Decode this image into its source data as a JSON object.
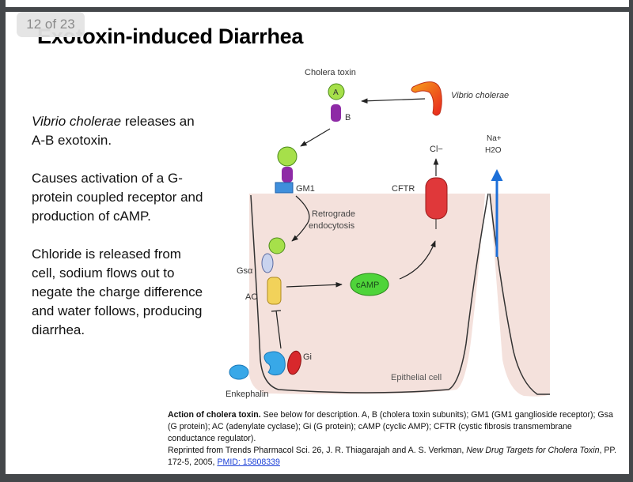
{
  "viewer": {
    "page_indicator": "12 of 23"
  },
  "slide": {
    "title": "Exotoxin-induced Diarrhea",
    "bullets": [
      {
        "italic": "Vibrio cholerae",
        "text": " releases an A-B exotoxin."
      },
      {
        "italic": "",
        "text": "Causes activation of a G-protein coupled receptor and production of cAMP."
      },
      {
        "italic": "",
        "text": "Chloride is released from cell, sodium flows out to negate the charge difference and water follows, producing diarrhea."
      }
    ],
    "diagram": {
      "labels": {
        "cholera_toxin": "Cholera toxin",
        "subunit_a": "A",
        "subunit_b": "B",
        "vibrio": "Vibrio cholerae",
        "gm1": "GM1",
        "cftr": "CFTR",
        "chloride": "Cl−",
        "sodium": "Na+",
        "water": "H2O",
        "retrograde_1": "Retrograde",
        "retrograde_2": "endocytosis",
        "gs_alpha": "Gsα",
        "ac": "AC",
        "camp": "cAMP",
        "gi": "Gi",
        "enkephalin": "Enkephalin",
        "epithelial_cell": "Epithelial cell"
      },
      "colors": {
        "cell_fill": "#f4e1dc",
        "toxin_a": "#a6e04a",
        "toxin_b": "#8e2aa6",
        "gm1": "#3f8fdc",
        "cftr": "#e0383a",
        "camp": "#4fd43a",
        "ac": "#f2d25a",
        "gs_alpha": "#c9d3ee",
        "gi": "#d8282c",
        "enkephalin": "#38a8e8",
        "sodium_arrow": "#1c6fd8"
      }
    },
    "caption": {
      "bold": "Action of cholera toxin.",
      "text": "  See below for description.  A, B (cholera toxin subunits); GM1 (GM1 ganglioside receptor); Gsa (G protein); AC (adenylate cyclase); Gi (G protein); cAMP (cyclic AMP); CFTR (cystic fibrosis transmembrane conductance regulator).",
      "reprint_prefix": "Reprinted from Trends Pharmacol Sci. 26, J. R. Thiagarajah and A. S. Verkman, ",
      "reprint_title": "New Drug Targets for Cholera Toxin",
      "reprint_suffix": ", PP. 172-5, 2005, ",
      "link": "PMID: 15808339"
    }
  }
}
